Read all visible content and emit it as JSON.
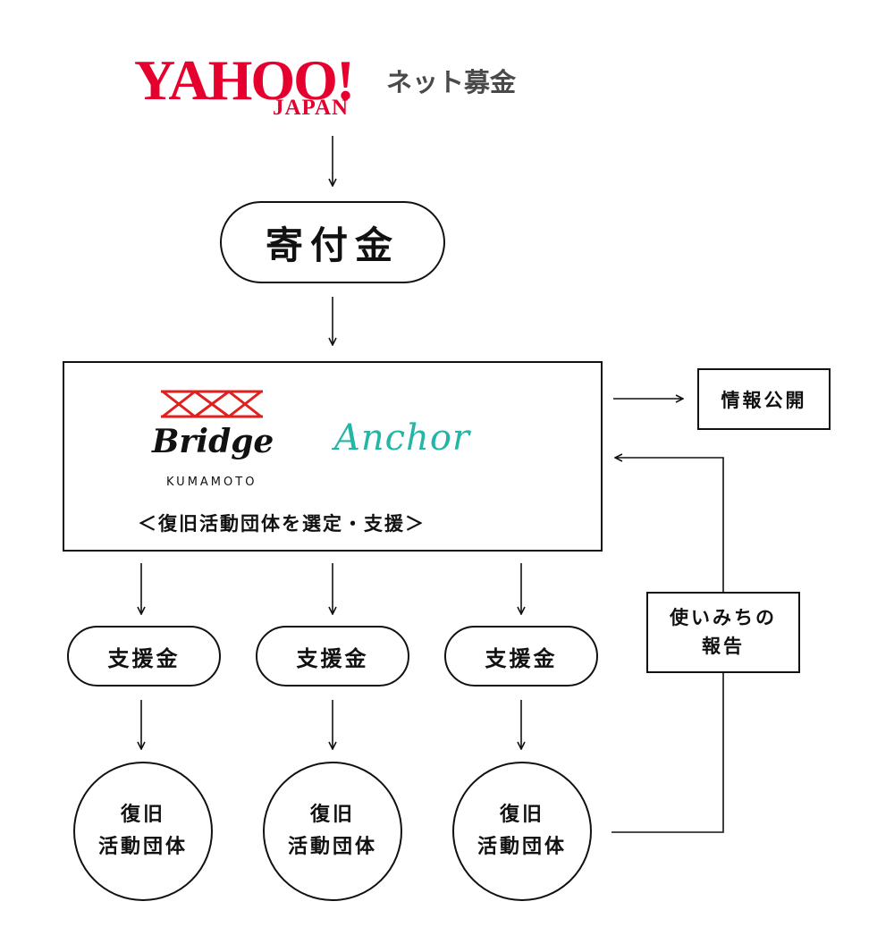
{
  "logo": {
    "yahoo_word": "YAHOO!",
    "japan_word": "JAPAN",
    "service": "ネット募金"
  },
  "donation": "寄付金",
  "organizations": {
    "bridge_word": "Bridge",
    "bridge_sub": "KUMAMOTO",
    "anchor_word": "Anchor",
    "caption": "＜復旧活動団体を選定・支援＞"
  },
  "disclosure": "情報公開",
  "usage_report": {
    "line1": "使いみちの",
    "line2": "報告"
  },
  "support_funds": [
    "支援金",
    "支援金",
    "支援金"
  ],
  "groups": [
    {
      "line1": "復旧",
      "line2": "活動団体"
    },
    {
      "line1": "復旧",
      "line2": "活動団体"
    },
    {
      "line1": "復旧",
      "line2": "活動団体"
    }
  ],
  "colors": {
    "yahoo_red": "#e5002d",
    "bridge_red": "#e0201e",
    "anchor_teal": "#23b5a6",
    "line": "#111111"
  }
}
